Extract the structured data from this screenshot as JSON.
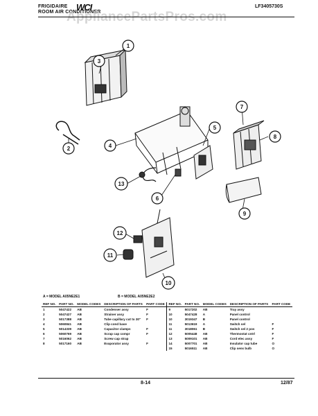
{
  "header": {
    "brand": "FRIGIDAIRE",
    "subtitle": "ROOM AIR CONDITIONER",
    "logo": "WCI",
    "mid_text": "...",
    "model_number": "LF3405730S"
  },
  "watermark": "AppliancePartsPros.com",
  "callouts": [
    "1",
    "2",
    "3",
    "4",
    "5",
    "6",
    "7",
    "8",
    "9",
    "10",
    "11",
    "12",
    "13"
  ],
  "models": {
    "a": "A = MODEL A05NE2E1",
    "b": "B = MODEL A05NE2E2"
  },
  "table": {
    "headers": {
      "ref": "REF NO.",
      "part": "PART NO.",
      "model": "MODEL CODES",
      "desc": "DESCRIPTION OF PARTS",
      "code": "PART CODE"
    },
    "left_rows": [
      {
        "ref": "1",
        "part": "5047422",
        "model": "AB",
        "desc": "Condenser assy",
        "code": "F"
      },
      {
        "ref": "2",
        "part": "5047427",
        "model": "AB",
        "desc": "Strainer assy",
        "code": "F"
      },
      {
        "ref": "3",
        "part": "5017388",
        "model": "AB",
        "desc": "Tube capillary cut to 30\"",
        "code": "F"
      },
      {
        "ref": "4",
        "part": "5060841",
        "model": "AB",
        "desc": "Clip cond base",
        "code": ""
      },
      {
        "ref": "5",
        "part": "5014339",
        "model": "AB",
        "desc": "Capacitor clamps",
        "code": "F"
      },
      {
        "ref": "6",
        "part": "5060769",
        "model": "AB",
        "desc": "Scrap cap compr",
        "code": "F"
      },
      {
        "ref": "7",
        "part": "5016062",
        "model": "AB",
        "desc": "Screw cap strap",
        "code": ""
      },
      {
        "ref": "8",
        "part": "5017160",
        "model": "AB",
        "desc": "Evaporator assy",
        "code": "F"
      }
    ],
    "right_rows": [
      {
        "ref": "9",
        "part": "5017202",
        "model": "AB",
        "desc": "Tray assy",
        "code": ""
      },
      {
        "ref": "10",
        "part": "5047428",
        "model": "A",
        "desc": "Panel control",
        "code": ""
      },
      {
        "ref": "10",
        "part": "3019347",
        "model": "B",
        "desc": "Panel control",
        "code": ""
      },
      {
        "ref": "11",
        "part": "5013619",
        "model": "A",
        "desc": "Switch sel",
        "code": "F"
      },
      {
        "ref": "11",
        "part": "3018061",
        "model": "B",
        "desc": "Switch sel 2 pos",
        "code": "F"
      },
      {
        "ref": "12",
        "part": "5005448",
        "model": "AB",
        "desc": "Thermostat cntrl",
        "code": "F"
      },
      {
        "ref": "13",
        "part": "5009101",
        "model": "AB",
        "desc": "Cord elec assy",
        "code": "F"
      },
      {
        "ref": "14",
        "part": "5007701",
        "model": "AB",
        "desc": "Insulator cap tube",
        "code": "O"
      },
      {
        "ref": "15",
        "part": "5016511",
        "model": "AB",
        "desc": "Clip sens bulb",
        "code": "O"
      }
    ]
  },
  "footer": {
    "page": "8-14",
    "date": "12/87"
  },
  "colors": {
    "ink": "#111111",
    "watermark": "#c8c8c8",
    "paper": "#ffffff"
  }
}
